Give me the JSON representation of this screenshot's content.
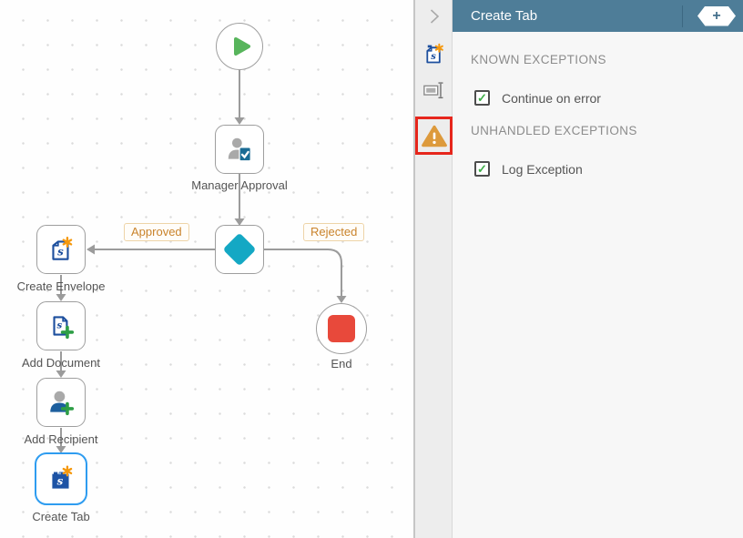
{
  "workflow": {
    "labels": {
      "manager_approval": "Manager Approval",
      "create_envelope": "Create Envelope",
      "add_document": "Add Document",
      "add_recipient": "Add Recipient",
      "create_tab": "Create Tab",
      "end": "End"
    },
    "branches": {
      "approved": "Approved",
      "rejected": "Rejected"
    },
    "selected_node": "Create Tab"
  },
  "panel": {
    "title": "Create Tab",
    "sections": [
      {
        "heading": "KNOWN EXCEPTIONS",
        "options": [
          {
            "label": "Continue on error",
            "checked": true
          }
        ]
      },
      {
        "heading": "UNHANDLED EXCEPTIONS",
        "options": [
          {
            "label": "Log Exception",
            "checked": true
          }
        ]
      }
    ]
  },
  "icons": {
    "check": "✓",
    "add": "+",
    "collapse_chevron": "chevron-right",
    "warning": "warning-triangle",
    "smartobject": "smartobject-step",
    "rename": "rename-textbox"
  },
  "colors": {
    "header_bg": "#4e7d98",
    "selected_border": "#2e9cf0",
    "diamond_teal": "#14a8c4",
    "start_green": "#58b55c",
    "end_red": "#e8493b",
    "branch_orange": "#c9832b",
    "warning_orange": "#dd9a3c",
    "highlight_red": "#e6261c",
    "check_green": "#3fae49",
    "icon_blue": "#1d4f9e"
  }
}
